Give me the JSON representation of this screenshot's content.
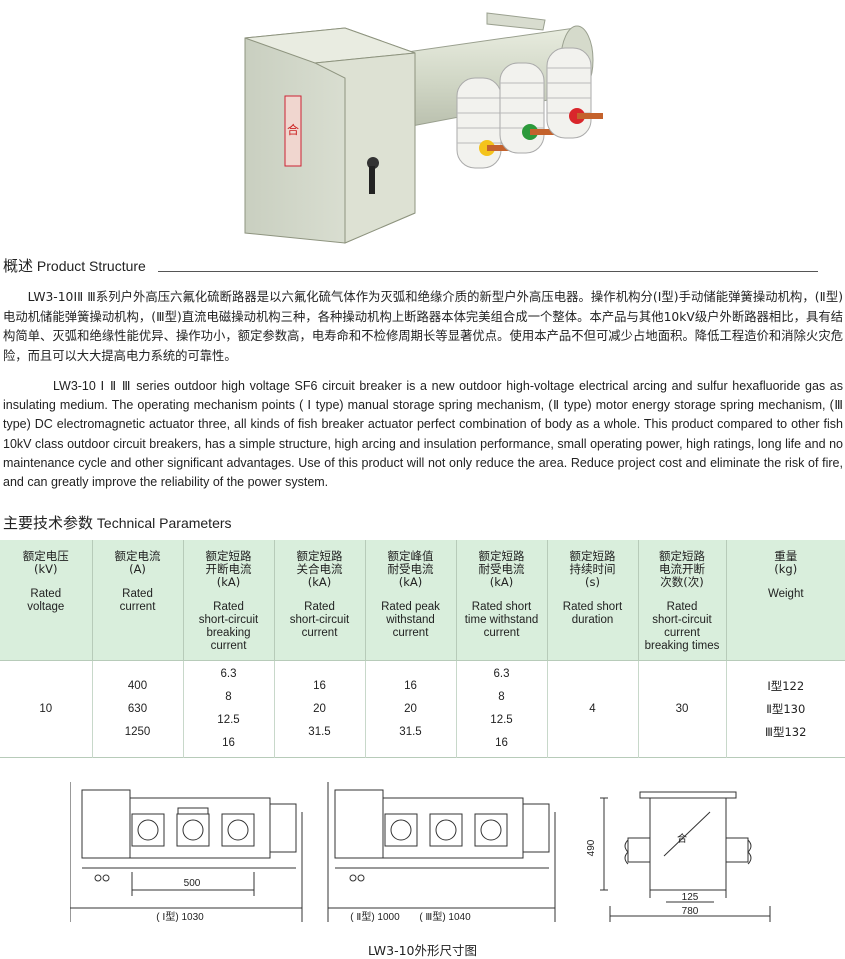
{
  "structure": {
    "title_zh": "概述",
    "title_en": "Product Structure",
    "paragraph_zh": "LW3-10ⅠⅡ Ⅲ系列户外高压六氟化硫断路器是以六氟化硫气体作为灭弧和绝缘介质的新型户外高压电器。操作机构分(Ⅰ型)手动储能弹簧操动机构，(Ⅱ型)电动机储能弹簧操动机构，(Ⅲ型)直流电磁操动机构三种，各种操动机构上断路器本体完美组合成一个整体。本产品与其他10kV级户外断路器相比，具有结构简单、灭弧和绝缘性能优异、操作功小，额定参数高，电寿命和不检修周期长等显著优点。使用本产品不但可减少占地面积。降低工程造价和消除火灾危险，而且可以大大提高电力系统的可靠性。",
    "paragraph_en": "LW3-10 Ⅰ Ⅱ Ⅲ series outdoor high voltage SF6 circuit breaker is a new outdoor high-voltage electrical arcing and sulfur hexafluoride gas as insulating medium. The operating mechanism points ( Ⅰ type) manual storage spring mechanism, (Ⅱ type) motor energy storage spring mechanism, (Ⅲ type) DC electromagnetic actuator three, all kinds of fish breaker actuator perfect combination of body as a whole. This product compared to other fish 10kV class outdoor circuit breakers, has a simple structure, high arcing and insulation performance, small operating power, high ratings, long life and no maintenance cycle and other significant advantages. Use of this product will not only reduce the area. Reduce project cost and eliminate the risk of fire, and can greatly improve the reliability of the power system."
  },
  "photo": {
    "label_stamp": "合"
  },
  "params": {
    "title_zh": "主要技术参数",
    "title_en": "Technical Parameters",
    "columns": [
      {
        "zh": [
          "额定电压",
          "(kV)"
        ],
        "en": [
          "Rated",
          "voltage"
        ]
      },
      {
        "zh": [
          "额定电流",
          "(A)"
        ],
        "en": [
          "Rated",
          "current"
        ]
      },
      {
        "zh": [
          "额定短路",
          "开断电流",
          "(kA)"
        ],
        "en": [
          "Rated",
          "short-circuit",
          "breaking",
          "current"
        ]
      },
      {
        "zh": [
          "额定短路",
          "关合电流",
          "(kA)"
        ],
        "en": [
          "Rated",
          "short-circuit",
          "current"
        ]
      },
      {
        "zh": [
          "额定峰值",
          "耐受电流",
          "(kA)"
        ],
        "en": [
          "Rated peak",
          "withstand",
          "current"
        ]
      },
      {
        "zh": [
          "额定短路",
          "耐受电流",
          "(kA)"
        ],
        "en": [
          "Rated short",
          "time withstand",
          "current"
        ]
      },
      {
        "zh": [
          "额定短路",
          "持续时间",
          "(s)"
        ],
        "en": [
          "Rated short",
          "duration"
        ]
      },
      {
        "zh": [
          "额定短路",
          "电流开断",
          "次数(次)"
        ],
        "en": [
          "Rated",
          "short-circuit",
          "current",
          "breaking times"
        ]
      },
      {
        "zh": [
          "重量",
          "(kg)"
        ],
        "en": [
          "Weight"
        ]
      }
    ],
    "row": [
      [
        "10"
      ],
      [
        "400",
        "630",
        "1250"
      ],
      [
        "6.3",
        "8",
        "12.5",
        "16"
      ],
      [
        "16",
        "20",
        "31.5"
      ],
      [
        "16",
        "20",
        "31.5"
      ],
      [
        "6.3",
        "8",
        "12.5",
        "16"
      ],
      [
        "4"
      ],
      [
        "30"
      ],
      [
        "Ⅰ型122",
        "Ⅱ型130",
        "Ⅲ型132"
      ]
    ]
  },
  "drawings": {
    "d1_dim_500": "500",
    "d1_total": "( Ⅰ型) 1030",
    "d2_dim_1000": "( Ⅱ型) 1000",
    "d2_dim_1040": "( Ⅲ型) 1040",
    "d3_height": "490",
    "d3_dim_125": "125",
    "d3_width": "780",
    "d3_stamp": "合"
  },
  "caption": "LW3-10外形尺寸图"
}
